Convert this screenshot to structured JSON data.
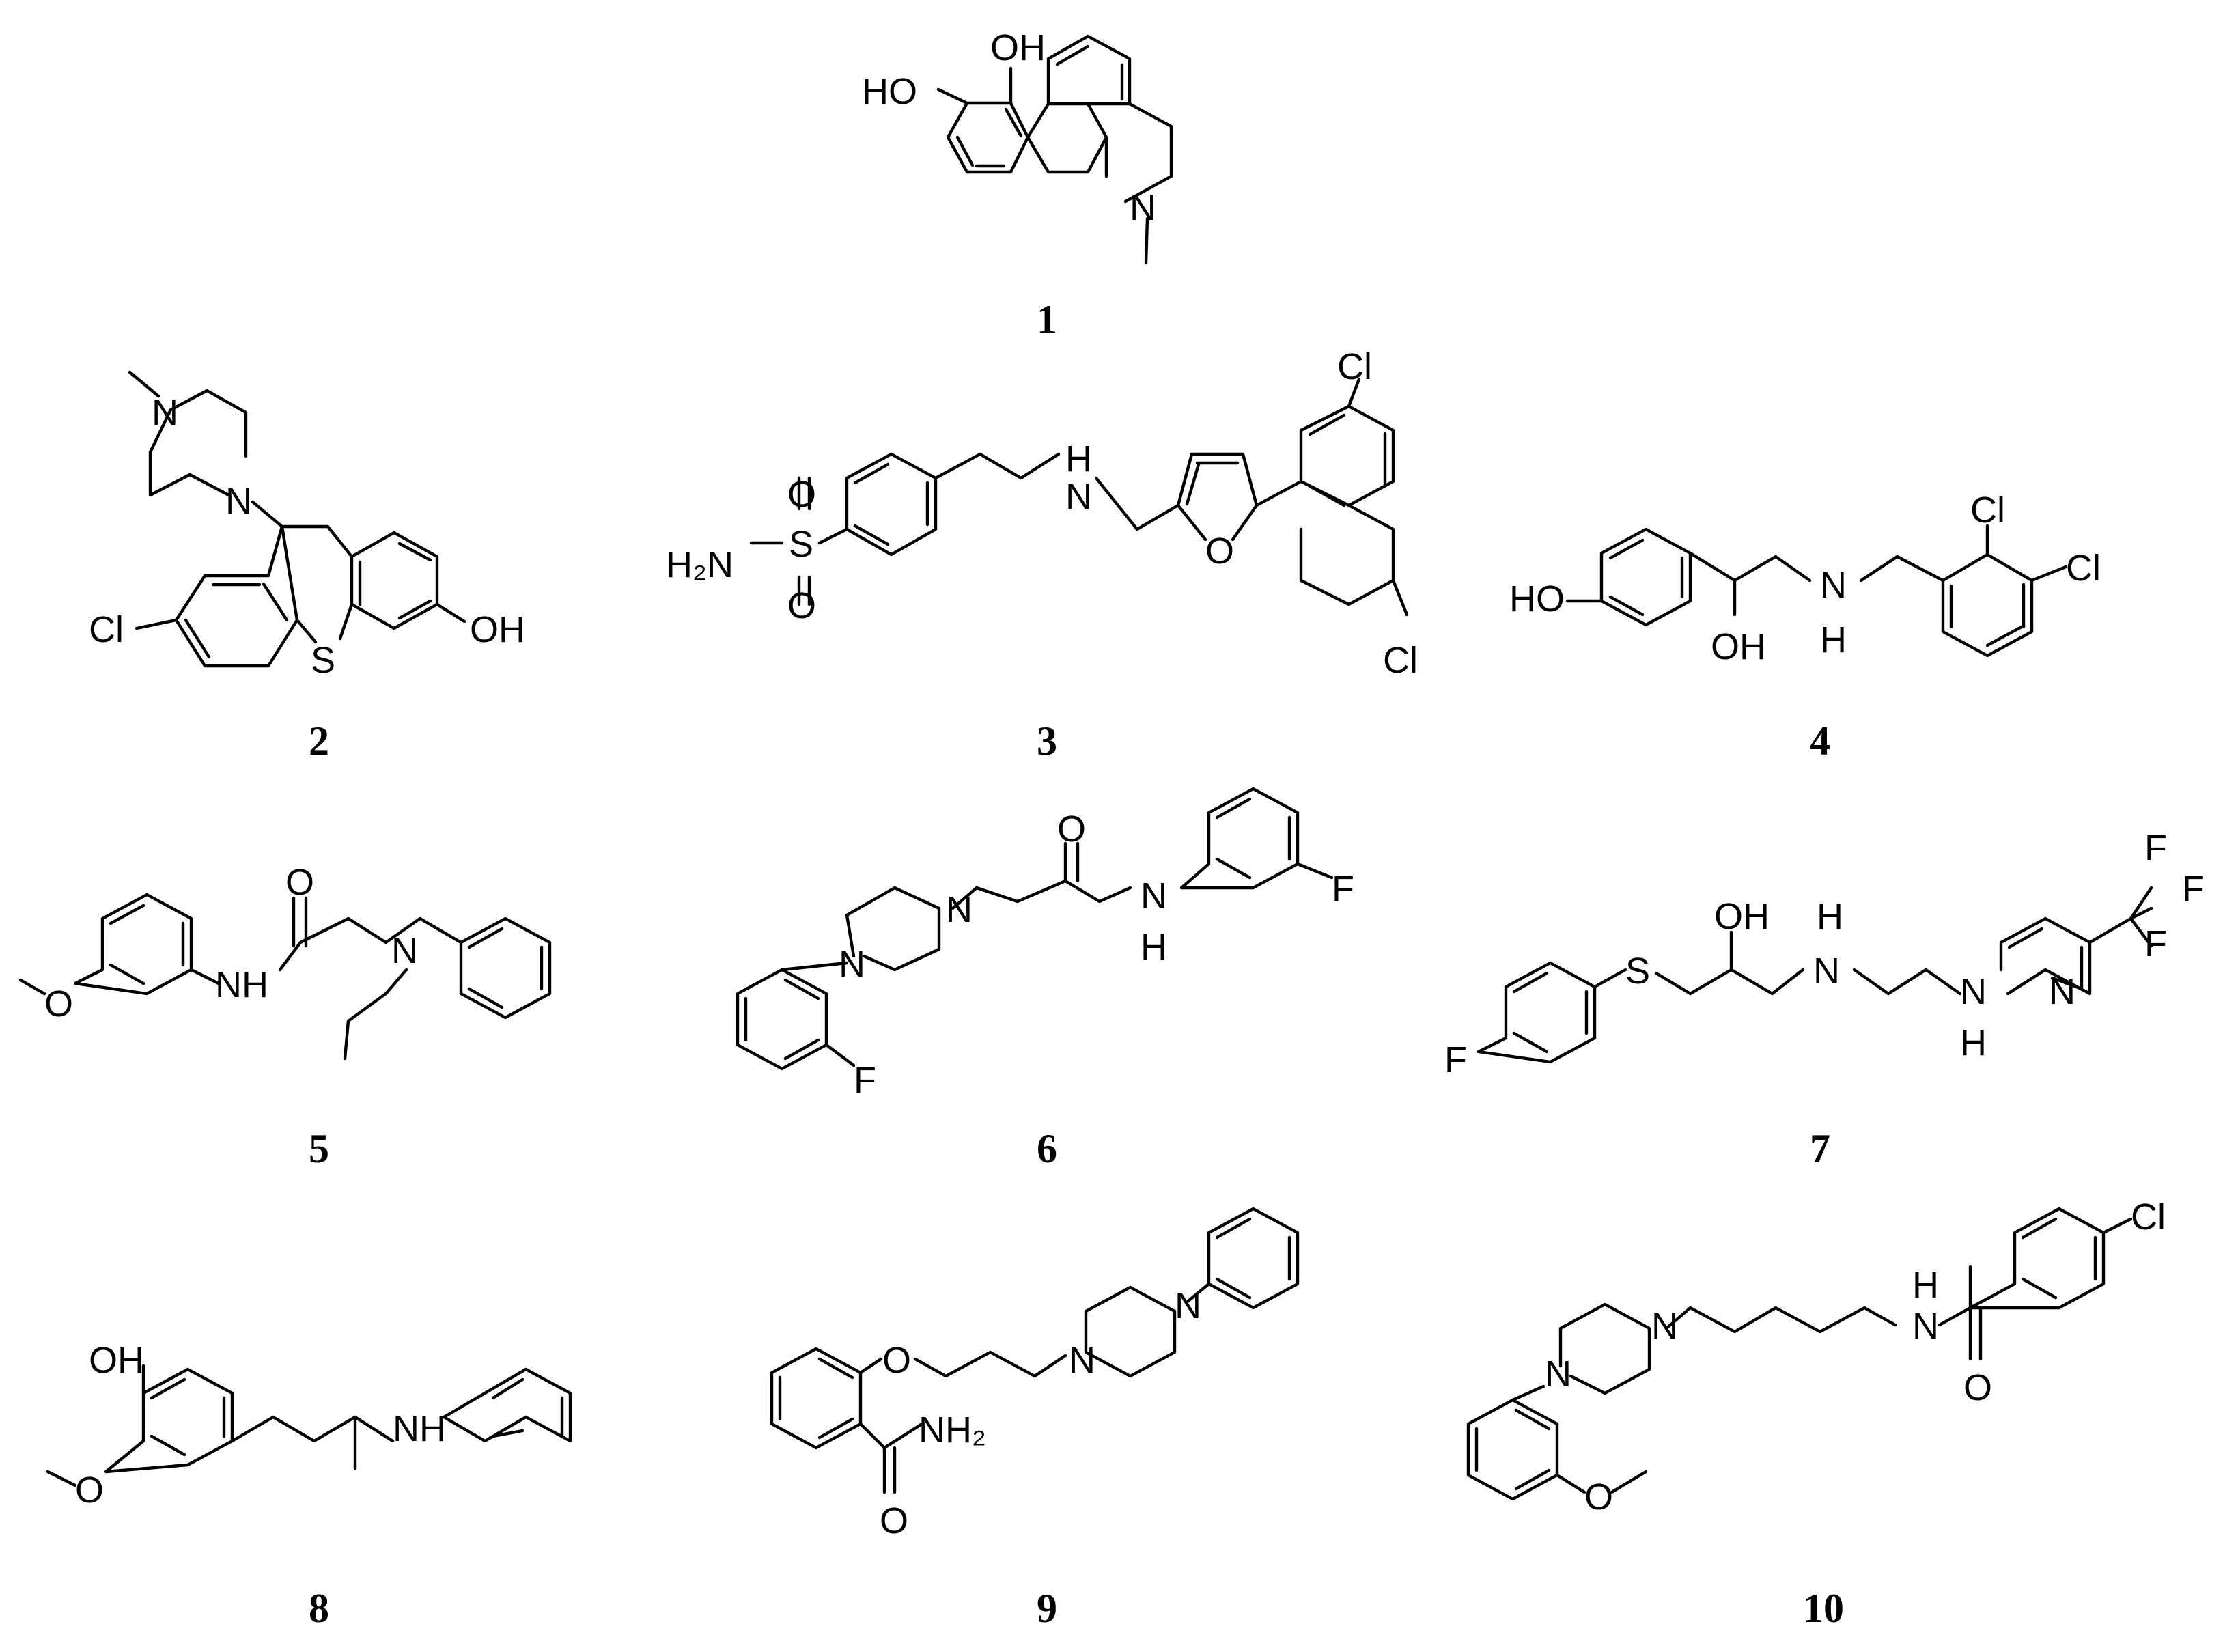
{
  "figure": {
    "compounds": [
      {
        "number": "1"
      },
      {
        "number": "2"
      },
      {
        "number": "3"
      },
      {
        "number": "4"
      },
      {
        "number": "5"
      },
      {
        "number": "6"
      },
      {
        "number": "7"
      },
      {
        "number": "8"
      },
      {
        "number": "9"
      },
      {
        "number": "10"
      }
    ],
    "atom_labels": {
      "OH": "OH",
      "HO": "HO",
      "N": "N",
      "NH": "NH",
      "H": "H",
      "S": "S",
      "O": "O",
      "Cl": "Cl",
      "F": "F",
      "H2N": "H₂N",
      "NH2": "NH₂"
    }
  }
}
